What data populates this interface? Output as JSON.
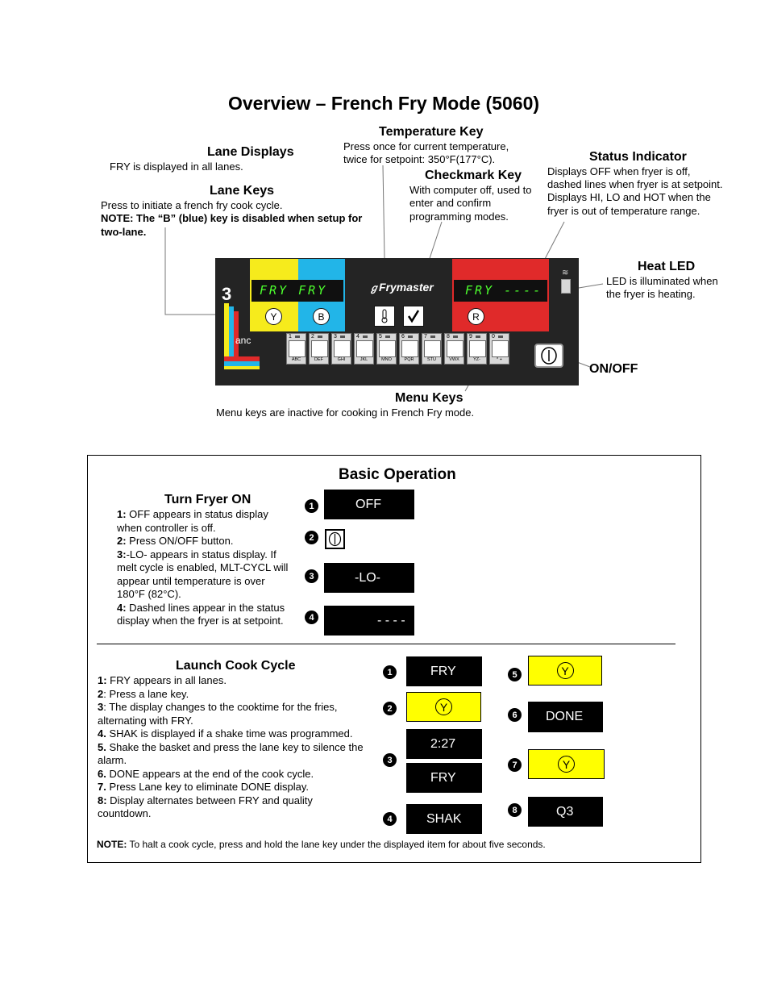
{
  "title": "Overview – French Fry Mode (5060)",
  "callouts": {
    "temperature_key": {
      "heading": "Temperature Key",
      "line1": "Press once for current temperature,",
      "line2": "twice for setpoint: 350°F(177°C)."
    },
    "lane_displays": {
      "heading": "Lane Displays",
      "text": "FRY is displayed in all lanes."
    },
    "checkmark_key": {
      "heading": "Checkmark Key",
      "line1": "With computer off, used to",
      "line2": "enter and confirm",
      "line3": "programming modes."
    },
    "status_indicator": {
      "heading": "Status Indicator",
      "line1": "Displays OFF when fryer is off,",
      "line2": "dashed lines when fryer is at setpoint.",
      "line3": "Displays HI, LO and HOT when the",
      "line4": "fryer is out of temperature range."
    },
    "lane_keys": {
      "heading": "Lane Keys",
      "line1": "Press to initiate a french fry cook cycle.",
      "note_line1": "NOTE: The “B” (blue) key is disabled when setup for",
      "note_line2": "two-lane."
    },
    "heat_led": {
      "heading": "Heat LED",
      "line1": "LED is illuminated when",
      "line2": "the fryer is heating."
    },
    "on_off": {
      "heading": "ON/OFF"
    },
    "menu_keys": {
      "heading": "Menu Keys",
      "text": "Menu keys are inactive for cooking in French Fry mode."
    }
  },
  "controller": {
    "lane_number": "3",
    "logo_text": "anc",
    "brand": "Frymaster",
    "lane_display_text": "FRY FRY",
    "status_display_text": "FRY ----",
    "lane_keys": [
      "Y",
      "B",
      "R"
    ],
    "menu_keys": [
      {
        "num": "1",
        "label": "ABC"
      },
      {
        "num": "2",
        "label": "DEF"
      },
      {
        "num": "3",
        "label": "GHI"
      },
      {
        "num": "4",
        "label": "JKL"
      },
      {
        "num": "5",
        "label": "MNO"
      },
      {
        "num": "6",
        "label": "PQR"
      },
      {
        "num": "7",
        "label": "STU"
      },
      {
        "num": "8",
        "label": "VWX"
      },
      {
        "num": "9",
        "label": "YZ-"
      },
      {
        "num": "0",
        "label": "*  +"
      }
    ]
  },
  "basic_operation": {
    "heading": "Basic Operation",
    "turn_on": {
      "heading": "Turn Fryer ON",
      "step1_label": "1:",
      "step1_a": " OFF appears in status display",
      "step1_b": "when controller is off.",
      "step2_label": "2:",
      "step2": " Press ON/OFF button.",
      "step3_label": "3:",
      "step3_a": "-LO- appears in status display. If",
      "step3_b": "melt cycle is enabled, MLT-CYCL will",
      "step3_c": "appear until temperature is over",
      "step3_d": "180°F (82°C).",
      "step4_label": "4:",
      "step4_a": " Dashed lines appear in the status",
      "step4_b": "display when the fryer is at setpoint.",
      "displays": [
        "OFF",
        "-LO-",
        "- - - -"
      ],
      "badges": [
        "1",
        "2",
        "3",
        "4"
      ]
    },
    "launch": {
      "heading": "Launch Cook Cycle",
      "s1_label": "1:",
      "s1": " FRY appears in all lanes.",
      "s2_label": "2",
      "s2": ":  Press a lane key.",
      "s3_label": "3",
      "s3_a": ": The display changes to the cooktime for the fries,",
      "s3_b": "alternating with FRY.",
      "s4_label": "4.",
      "s4": " SHAK is displayed if a shake time was programmed.",
      "s5_label": "5.",
      "s5_a": " Shake the basket and press the lane key to silence the",
      "s5_b": "alarm.",
      "s6_label": "6.",
      "s6": " DONE appears at the end of the cook cycle.",
      "s7_label": "7.",
      "s7": " Press Lane key to eliminate DONE display.",
      "s8_label": "8:",
      "s8": " Display alternates between FRY and quality",
      "s8_b": "countdown.",
      "displays": [
        "FRY",
        "2:27",
        "FRY",
        "SHAK",
        "DONE",
        "Q3"
      ],
      "lane_key": "Y",
      "badges": [
        "1",
        "2",
        "3",
        "4",
        "5",
        "6",
        "7",
        "8"
      ]
    },
    "note_label": "NOTE:",
    "note_text": " To halt a cook cycle, press and hold the lane key under the displayed item for about five seconds."
  },
  "colors": {
    "panel": "#242424",
    "lane_yellow": "#f6eb1c",
    "lane_blue": "#22b5e8",
    "lane_red": "#e02a2a",
    "segment_green": "#4dff2e",
    "display_yellow": "#ffff00"
  }
}
